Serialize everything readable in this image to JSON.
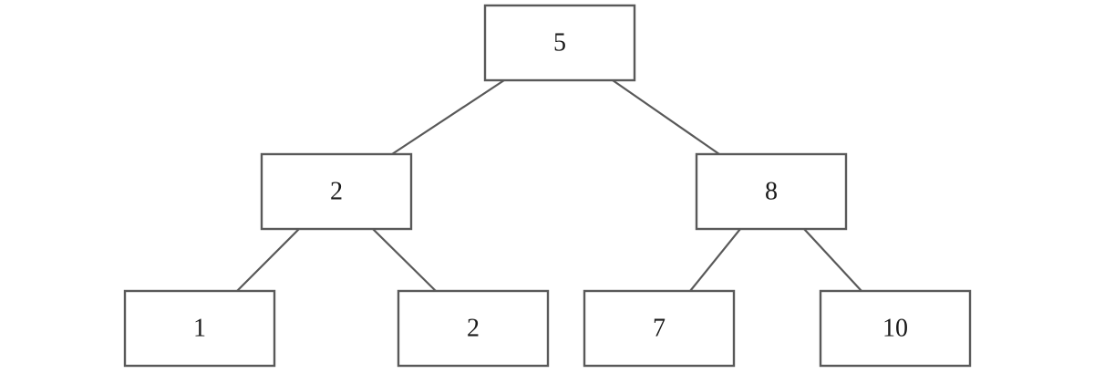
{
  "tree": {
    "root": {
      "value": "5",
      "left": {
        "value": "2",
        "left": {
          "value": "1"
        },
        "right": {
          "value": "2"
        }
      },
      "right": {
        "value": "8",
        "left": {
          "value": "7"
        },
        "right": {
          "value": "10"
        }
      }
    }
  },
  "colors": {
    "stroke": "#595959",
    "text": "#1a1a1a",
    "background": "#ffffff"
  }
}
